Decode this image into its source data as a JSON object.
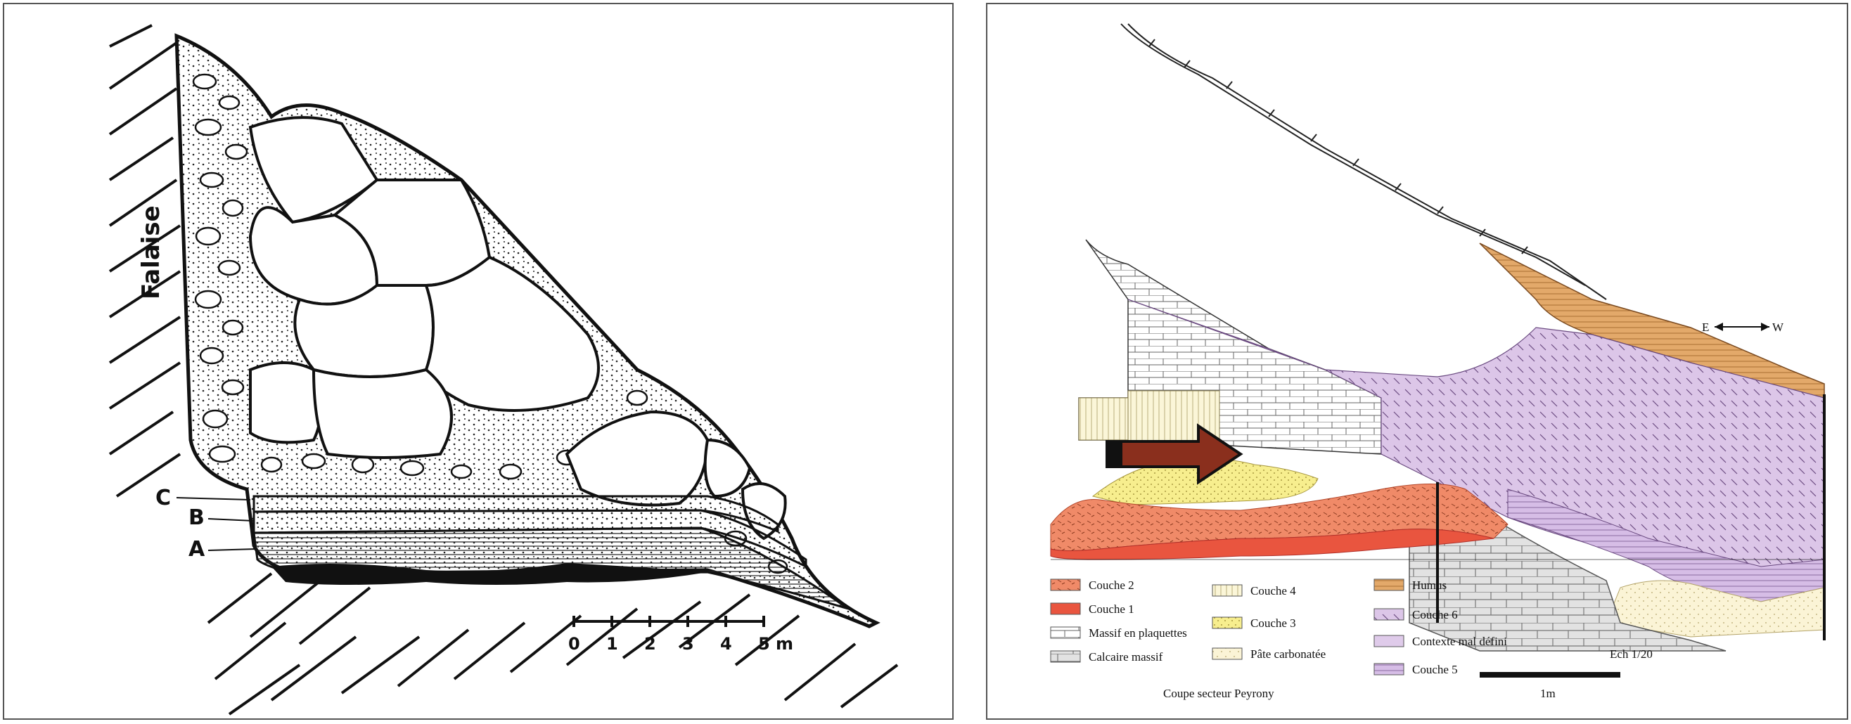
{
  "left": {
    "cliff_label": "Falaise",
    "layer_labels": [
      "C",
      "B",
      "A"
    ],
    "scale_ticks": [
      "0",
      "1",
      "2",
      "3",
      "4",
      "5 m"
    ]
  },
  "right": {
    "orientation": {
      "east": "E",
      "west": "W"
    },
    "legend": [
      {
        "label": "Couche 2",
        "color": "#f08a68",
        "pattern": "dash"
      },
      {
        "label": "Couche 1",
        "color": "#e9553f",
        "pattern": "solid"
      },
      {
        "label": "Massif en plaquettes",
        "color": "#ffffff",
        "pattern": "brick"
      },
      {
        "label": "Calcaire massif",
        "color": "#dcdcdc",
        "pattern": "brick-grey"
      },
      {
        "label": "Couche 4",
        "color": "#fbf6d8",
        "pattern": "vlines"
      },
      {
        "label": "Couche 3",
        "color": "#f7ee8e",
        "pattern": "dots"
      },
      {
        "label": "Pâte carbonatée",
        "color": "#fbf4d6",
        "pattern": "dots-light"
      },
      {
        "label": "Humus",
        "color": "#e3a96a",
        "pattern": "hlines"
      },
      {
        "label": "Couche 6",
        "color": "#dcc6e8",
        "pattern": "diag"
      },
      {
        "label": "Contexte mal défini",
        "color": "#dfcbea",
        "pattern": "solid"
      },
      {
        "label": "Couche 5",
        "color": "#d6bde6",
        "pattern": "hlines-purple"
      }
    ],
    "caption": "Coupe secteur Peyrony",
    "scale_ratio": "Ech 1/20",
    "scale_length": "1m"
  }
}
